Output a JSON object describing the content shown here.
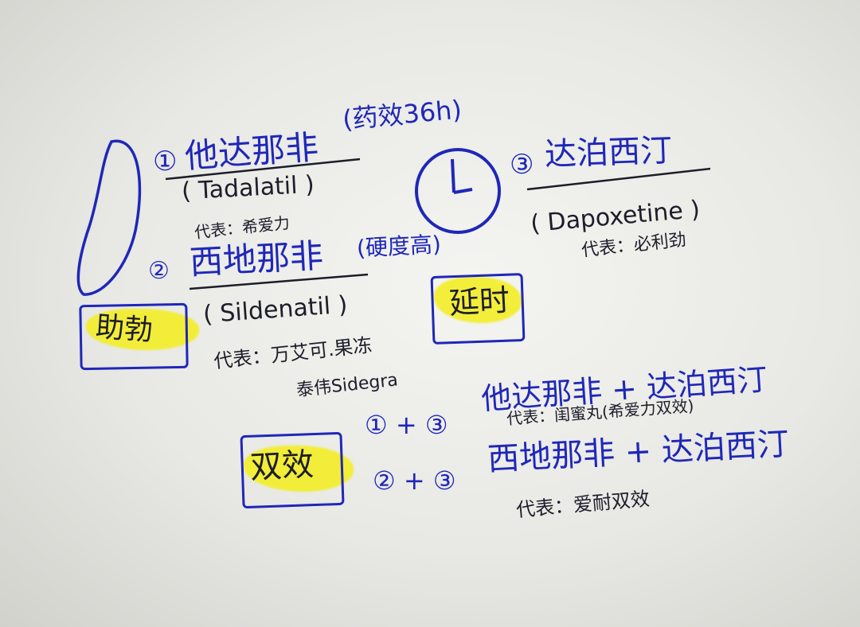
{
  "drug1": {
    "marker": "①",
    "name": "他达那非",
    "note": "(药效36h)",
    "english": "( Tadalatil )",
    "rep": "代表：希爱力"
  },
  "drug2": {
    "marker": "②",
    "name": "西地那非",
    "note": "(硬度高)",
    "english": "( Sildenatil )",
    "rep_line1": "代表：万艾可.果冻",
    "rep_line2": "泰伟Sidegra"
  },
  "drug3": {
    "marker": "③",
    "name": "达泊西汀",
    "english": "( Dapoxetine )",
    "rep": "代表：必利劲"
  },
  "labels": {
    "boost": "助勃",
    "delay": "延时",
    "dual": "双效"
  },
  "combo1": {
    "formula": "① + ③",
    "text": "他达那非 + 达泊西汀",
    "rep": "代表：闺蜜丸(希爱力双效)"
  },
  "combo2": {
    "formula": "② + ③",
    "text": "西地那非 + 达泊西汀",
    "rep": "代表：爱耐双效"
  },
  "colors": {
    "ink_blue": "#1f27b8",
    "ink_dark": "#1d1d2a",
    "highlighter": "#f3ee2a"
  }
}
